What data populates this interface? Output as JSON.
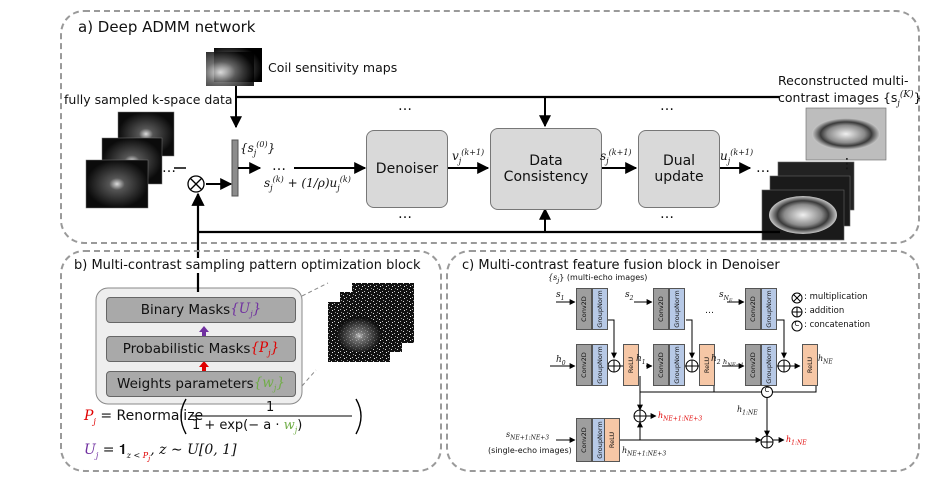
{
  "panel_a": {
    "title": "a) Deep ADMM network",
    "coil_label": "Coil sensitivity maps",
    "kspace_label": "fully sampled k-space data",
    "recon_label_1": "Reconstructed multi-",
    "recon_label_2": "contrast images {s",
    "recon_label_sup": "(K)",
    "recon_label_sub": "j",
    "recon_label_close": "}",
    "s0_label": "{s",
    "s0_sup": "(0)",
    "s0_sub": "j",
    "s0_close": "}",
    "input_expr": "s",
    "input_expr_sup": "(k)",
    "input_expr_sub": "j",
    "input_expr_rest": " + (1/ρ)u",
    "input_expr_sup2": "(k)",
    "input_expr_sub2": "j",
    "denoiser": "Denoiser",
    "v_label": "v",
    "v_sup": "(k+1)",
    "v_sub": "j",
    "data_consistency_1": "Data",
    "data_consistency_2": "Consistency",
    "s_label": "s",
    "s_sup": "(k+1)",
    "s_sub": "j",
    "dual_update_1": "Dual",
    "dual_update_2": "update",
    "u_label": "u",
    "u_sup": "(k+1)",
    "u_sub": "j",
    "dots": "…",
    "vdots": "⋮",
    "multiply_symbol": "⊗"
  },
  "panel_b": {
    "title": "b) Multi-contrast sampling pattern optimization block",
    "binary_masks": "Binary Masks ",
    "binary_sym": "{U",
    "binary_sub": "j",
    "binary_close": "}",
    "prob_masks": "Probabilistic Masks ",
    "prob_sym": "{P",
    "prob_sub": "j",
    "prob_close": "}",
    "weights": "Weights parameters ",
    "weights_sym": "{w",
    "weights_sub": "j",
    "weights_close": "}",
    "eq1_lhs": "P",
    "eq1_lhs_sub": "j",
    "eq1_rhs": "= Renormalize",
    "eq1_num": "1",
    "eq1_den": "1 + exp(− a · ",
    "eq1_den_w": "w",
    "eq1_den_sub": "j",
    "eq1_den_close": ")",
    "eq2_lhs": "U",
    "eq2_lhs_sub": "j",
    "eq2_rhs": "= 𝟏",
    "eq2_ind": "z < ",
    "eq2_ind_p": "P",
    "eq2_ind_sub": "j",
    "eq2_tail": ",  z  ∼ U[0, 1]"
  },
  "panel_c": {
    "title": "c) Multi-contrast feature fusion block in Denoiser",
    "multi_echo": "{s",
    "multi_echo_sub": "j",
    "multi_echo_rest": "} (multi-echo images)",
    "s1": "s",
    "s1_sub": "1",
    "s2": "s",
    "s2_sub": "2",
    "sNE": "s",
    "sNE_sub": "N",
    "sNE_subsub": "E",
    "h0": "h",
    "h0_sub": "0",
    "h1": "h",
    "h1_sub": "1",
    "h2": "h",
    "h2_sub": "2",
    "hNE1": "h",
    "hNE1_sub": "N",
    "hNE1_tail": "E−1",
    "hNE": "h",
    "hNE_sub": "N",
    "hNE_tail": "E",
    "h1NE": "h",
    "h1NE_sub": "1:N",
    "h1NE_tail": "E",
    "hNE13_red": "h",
    "hNE13_red_sub": "N",
    "hNE13_red_tail": "E+1:N",
    "hNE13_red_tail2": "E+3",
    "h1NE_red": "h",
    "h1NE_red_sub": "1:N",
    "h1NE_red_tail": "E",
    "hNE13_bottom": "h",
    "hNE13_bottom_sub": "N",
    "hNE13_bottom_tail": "E+1:N",
    "hNE13_bottom_tail2": "E+3",
    "single_s": "s",
    "single_s_sub": "N",
    "single_s_tail": "E+1:N",
    "single_s_tail2": "E+3",
    "single_echo": "(single-echo images)",
    "conv": "Conv2D",
    "gn": "GroupNorm",
    "relu": "ReLU",
    "legend_mult_sym": "⊗",
    "legend_mult": ": multiplication",
    "legend_add_sym": "⊕",
    "legend_add": ": addition",
    "legend_cat_sym": "Ⓒ",
    "legend_cat": ": concatenation",
    "dots": "…",
    "plus": "⊕",
    "cat": "C"
  },
  "colors": {
    "purple": "#7030a0",
    "red": "#e00000",
    "green": "#70ad47",
    "block_gray": "#d9d9d9",
    "groupnorm": "#b7c9e6",
    "relu": "#f6c7a6"
  }
}
